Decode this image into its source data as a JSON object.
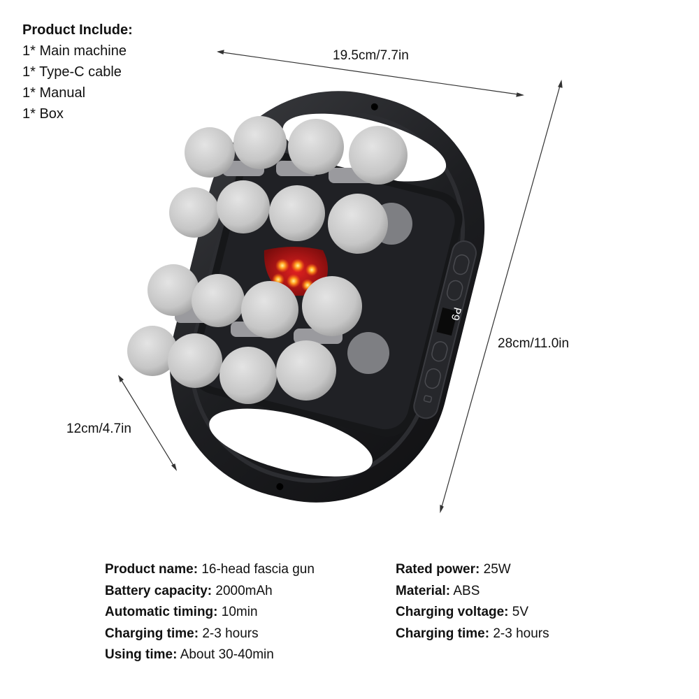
{
  "package": {
    "title": "Product Include:",
    "items": [
      "1* Main machine",
      "1* Type-C cable",
      "1* Manual",
      "1* Box"
    ]
  },
  "dimensions": {
    "width": "19.5cm/7.7in",
    "height": "28cm/11.0in",
    "depth": "12cm/4.7in"
  },
  "device": {
    "display_text": "P9",
    "head_count": 16,
    "colors": {
      "body": "#1c1d20",
      "heads": "#c9c9c9",
      "light": "#d81818",
      "led": "#ffb020"
    }
  },
  "specs": {
    "left": [
      {
        "label": "Product name:",
        "value": "16-head fascia gun"
      },
      {
        "label": "Battery capacity:",
        "value": "2000mAh"
      },
      {
        "label": "Automatic timing:",
        "value": "10min"
      },
      {
        "label": "Charging time:",
        "value": "2-3 hours"
      },
      {
        "label": "Using time:",
        "value": "About 30-40min"
      }
    ],
    "right": [
      {
        "label": "Rated power:",
        "value": "25W"
      },
      {
        "label": "Material:",
        "value": "ABS"
      },
      {
        "label": "Charging voltage:",
        "value": "5V"
      },
      {
        "label": "Charging time:",
        "value": "2-3 hours"
      }
    ]
  }
}
